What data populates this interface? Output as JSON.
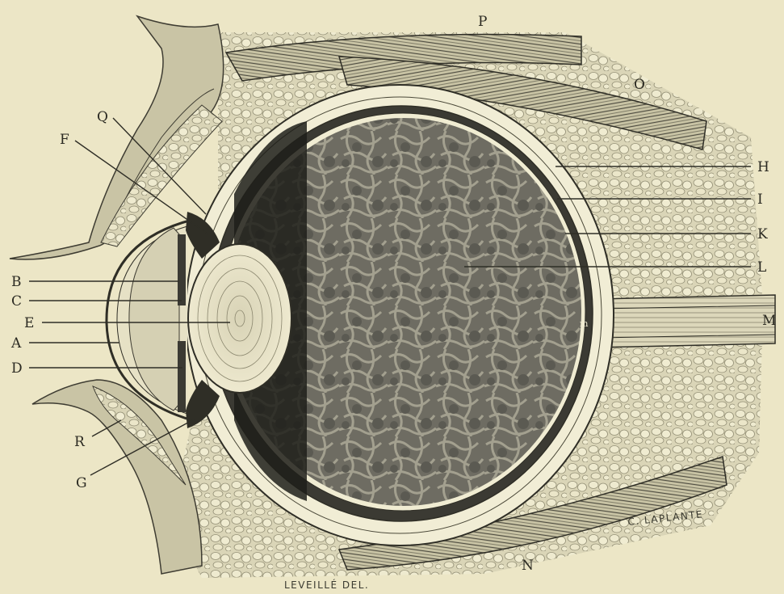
{
  "labels": {
    "P": "P",
    "O": "O",
    "Q": "Q",
    "F": "F",
    "H": "H",
    "I": "I",
    "K": "K",
    "L": "L",
    "B": "B",
    "C": "C",
    "E": "E",
    "A": "A",
    "D": "D",
    "M": "M",
    "R": "R",
    "G": "G",
    "N": "N",
    "m": "m"
  },
  "credits": {
    "engraver": "C. LAPLANTE",
    "draftsman": "LEVEILLÉ DEL."
  },
  "colors": {
    "paper": "#ece6c6",
    "ink": "#2b2a22"
  }
}
